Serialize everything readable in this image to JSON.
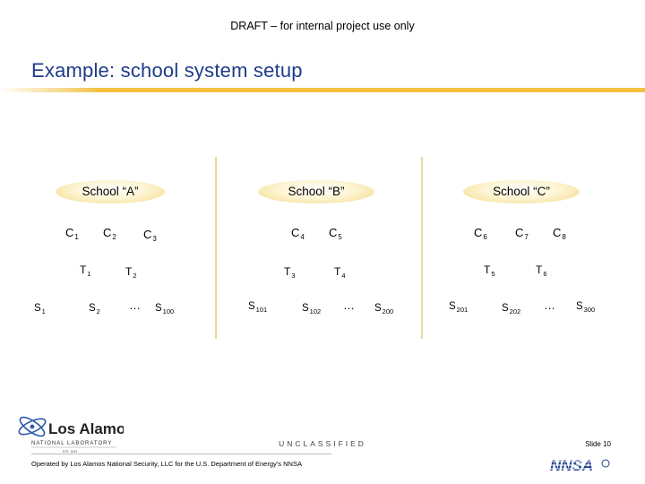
{
  "header": {
    "draft_notice": "DRAFT – for internal project use only"
  },
  "slide": {
    "title": "Example: school system setup"
  },
  "schools": [
    {
      "name": "School “A”"
    },
    {
      "name": "School “B”"
    },
    {
      "name": "School “C”"
    }
  ],
  "labels": {
    "classes": [
      {
        "letter": "C",
        "num": "1"
      },
      {
        "letter": "C",
        "num": "2"
      },
      {
        "letter": "C",
        "num": "3"
      },
      {
        "letter": "C",
        "num": "4"
      },
      {
        "letter": "C",
        "num": "5"
      },
      {
        "letter": "C",
        "num": "6"
      },
      {
        "letter": "C",
        "num": "7"
      },
      {
        "letter": "C",
        "num": "8"
      }
    ],
    "teachers": [
      {
        "letter": "T",
        "num": "1"
      },
      {
        "letter": "T",
        "num": "2"
      },
      {
        "letter": "T",
        "num": "3"
      },
      {
        "letter": "T",
        "num": "4"
      },
      {
        "letter": "T",
        "num": "5"
      },
      {
        "letter": "T",
        "num": "6"
      }
    ],
    "students": [
      {
        "letter": "S",
        "num": "1"
      },
      {
        "letter": "S",
        "num": "2"
      },
      {
        "letter": "S",
        "num": "100"
      },
      {
        "letter": "S",
        "num": "101"
      },
      {
        "letter": "S",
        "num": "102"
      },
      {
        "letter": "S",
        "num": "200"
      },
      {
        "letter": "S",
        "num": "201"
      },
      {
        "letter": "S",
        "num": "202"
      },
      {
        "letter": "S",
        "num": "300"
      }
    ],
    "ellipsis": "…"
  },
  "footer": {
    "logo_name": "Los Alamos",
    "logo_subtitle": "NATIONAL LABORATORY",
    "logo_est": "EST. 1943",
    "classification": "UNCLASSIFIED",
    "slide_number": "Slide 10",
    "operated_by": "Operated by Los Alamos National Security, LLC for the U.S. Department of Energy’s NNSA",
    "nnsa_logo": "NNSA"
  },
  "colors": {
    "title": "#1f3b8a",
    "accent": "#f4c040",
    "school_fill": "#f3da86",
    "logo_blue": "#2b5aa8"
  }
}
